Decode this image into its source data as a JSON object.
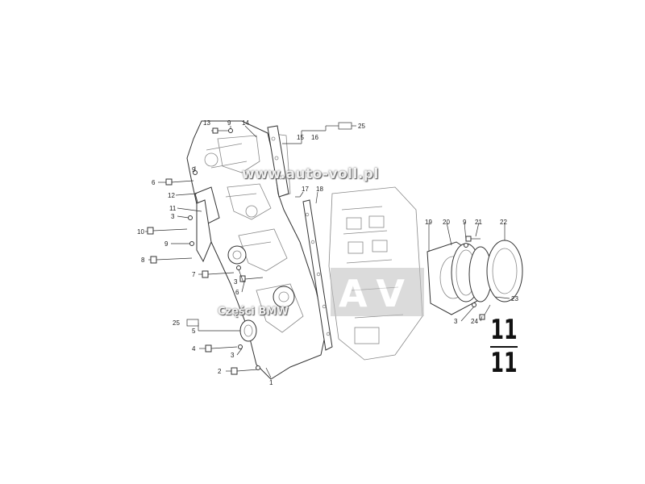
{
  "callouts": [
    {
      "id": "c1",
      "text": "1"
    },
    {
      "id": "c2",
      "text": "2"
    },
    {
      "id": "c3a",
      "text": "3"
    },
    {
      "id": "c3b",
      "text": "3"
    },
    {
      "id": "c3c",
      "text": "3"
    },
    {
      "id": "c3d",
      "text": "3"
    },
    {
      "id": "c4",
      "text": "4"
    },
    {
      "id": "c5",
      "text": "5"
    },
    {
      "id": "c6a",
      "text": "6"
    },
    {
      "id": "c6b",
      "text": "6"
    },
    {
      "id": "c7",
      "text": "7"
    },
    {
      "id": "c8",
      "text": "8"
    },
    {
      "id": "c9a",
      "text": "9"
    },
    {
      "id": "c9b",
      "text": "9"
    },
    {
      "id": "c9c",
      "text": "9"
    },
    {
      "id": "c9d",
      "text": "9"
    },
    {
      "id": "c10",
      "text": "10"
    },
    {
      "id": "c11",
      "text": "11"
    },
    {
      "id": "c12",
      "text": "12"
    },
    {
      "id": "c13",
      "text": "13"
    },
    {
      "id": "c14",
      "text": "14"
    },
    {
      "id": "c15",
      "text": "15"
    },
    {
      "id": "c16",
      "text": "16"
    },
    {
      "id": "c17",
      "text": "17"
    },
    {
      "id": "c18",
      "text": "18"
    },
    {
      "id": "c19",
      "text": "19"
    },
    {
      "id": "c20",
      "text": "20"
    },
    {
      "id": "c21",
      "text": "21"
    },
    {
      "id": "c22",
      "text": "22"
    },
    {
      "id": "c23",
      "text": "23"
    },
    {
      "id": "c24",
      "text": "24"
    },
    {
      "id": "c25a",
      "text": "25"
    },
    {
      "id": "c25b",
      "text": "25"
    }
  ],
  "group_number_top": "11",
  "group_number_bottom": "11",
  "watermark_url": "www.auto-voll.pl",
  "watermark_sub": "Części BMW",
  "watermark_logo": "AV"
}
